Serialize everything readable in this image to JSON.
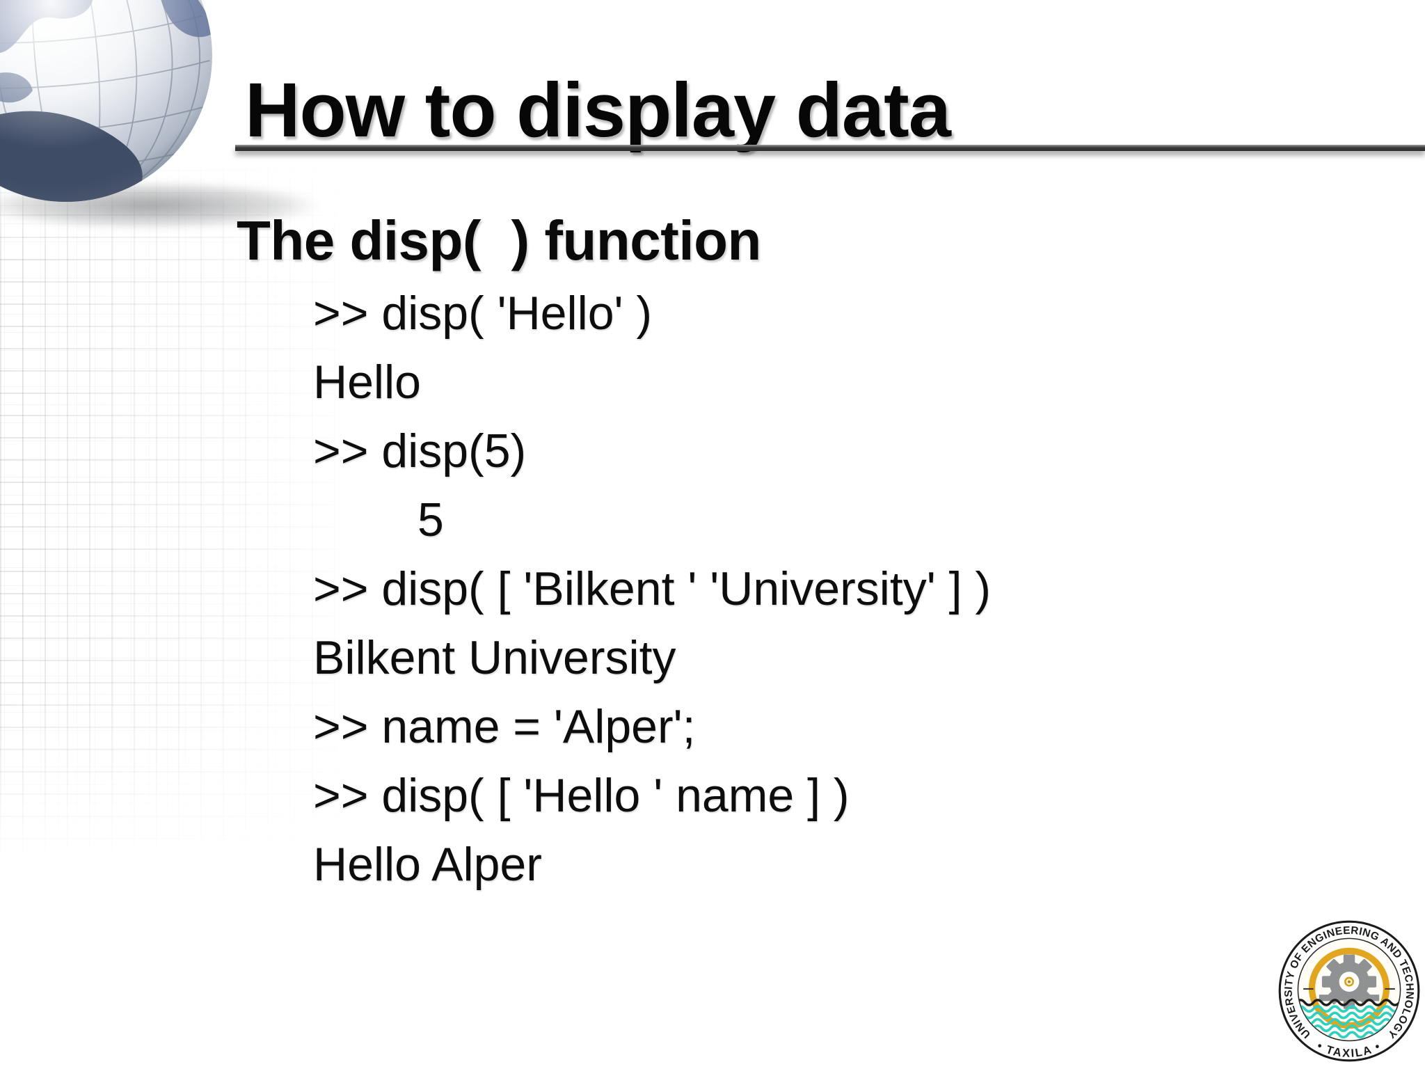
{
  "slide": {
    "title": "How to display data",
    "heading": "The disp(  ) function",
    "code_lines": [
      {
        "text": ">> disp( 'Hello' )",
        "indent": "code"
      },
      {
        "text": "Hello",
        "indent": "code"
      },
      {
        "text": ">> disp(5)",
        "indent": "code"
      },
      {
        "text": "5",
        "indent": "result"
      },
      {
        "text": ">> disp( [ 'Bilkent ' 'University' ] )",
        "indent": "code"
      },
      {
        "text": "Bilkent University",
        "indent": "code"
      },
      {
        "text": ">> name = 'Alper';",
        "indent": "code"
      },
      {
        "text": ">> disp( [ 'Hello ' name ] )",
        "indent": "code"
      },
      {
        "text": "Hello Alper",
        "indent": "code"
      }
    ]
  },
  "logo": {
    "text_top": "UNIVERSITY OF ENGINEERING AND TECHNOLOGY",
    "text_bottom": "• TAXILA •",
    "colors": {
      "ring_yellow": "#E2A51F",
      "gear_gray": "#8F9193",
      "wave_teal": "#2ED1BF",
      "outline": "#1B1B1B"
    }
  },
  "decor": {
    "globe_icon": "globe-with-grid",
    "text_color": "#0D0D0D",
    "rule_color": "#3A3A3A"
  }
}
